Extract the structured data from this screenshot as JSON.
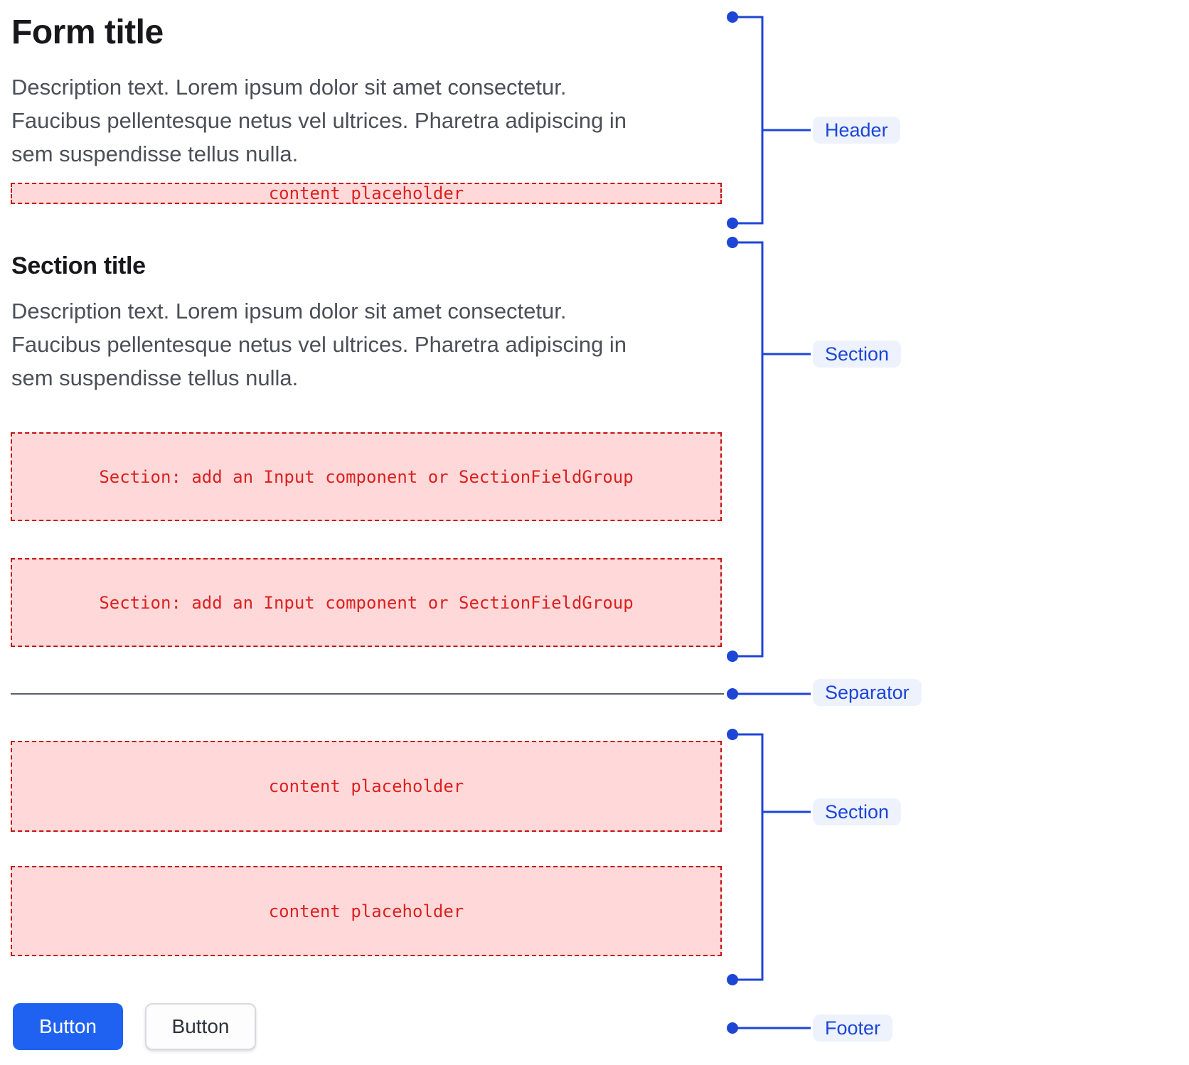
{
  "form": {
    "title": "Form title",
    "description_lines": [
      "Description text. Lorem ipsum dolor sit amet consectetur.",
      "Faucibus pellentesque netus vel ultrices. Pharetra adipiscing in",
      "sem suspendisse tellus nulla."
    ],
    "header_placeholder": "content placeholder"
  },
  "section": {
    "title": "Section title",
    "description_lines": [
      "Description text. Lorem ipsum dolor sit amet consectetur.",
      "Faucibus pellentesque netus vel ultrices. Pharetra adipiscing in",
      "sem suspendisse tellus nulla."
    ],
    "field_placeholders": [
      "Section: add an Input component or SectionFieldGroup",
      "Section: add an Input component or SectionFieldGroup"
    ]
  },
  "content_section": {
    "placeholders": [
      "content placeholder",
      "content placeholder"
    ]
  },
  "footer": {
    "buttons": [
      {
        "label": "Button",
        "variant": "primary"
      },
      {
        "label": "Button",
        "variant": "secondary"
      }
    ]
  },
  "annotations": [
    {
      "label": "Header"
    },
    {
      "label": "Section"
    },
    {
      "label": "Separator"
    },
    {
      "label": "Section"
    },
    {
      "label": "Footer"
    }
  ],
  "colors": {
    "annotation_blue": "#1d45d6",
    "annotation_pill_bg": "#edf2fd",
    "placeholder_bg": "#ffd9d9",
    "placeholder_border": "#c11414",
    "placeholder_text": "#dc2020",
    "primary_button_bg": "#1f62f2",
    "title_text": "#17171c",
    "description_text": "#4d4f58",
    "separator_line": "#5a5e68"
  }
}
